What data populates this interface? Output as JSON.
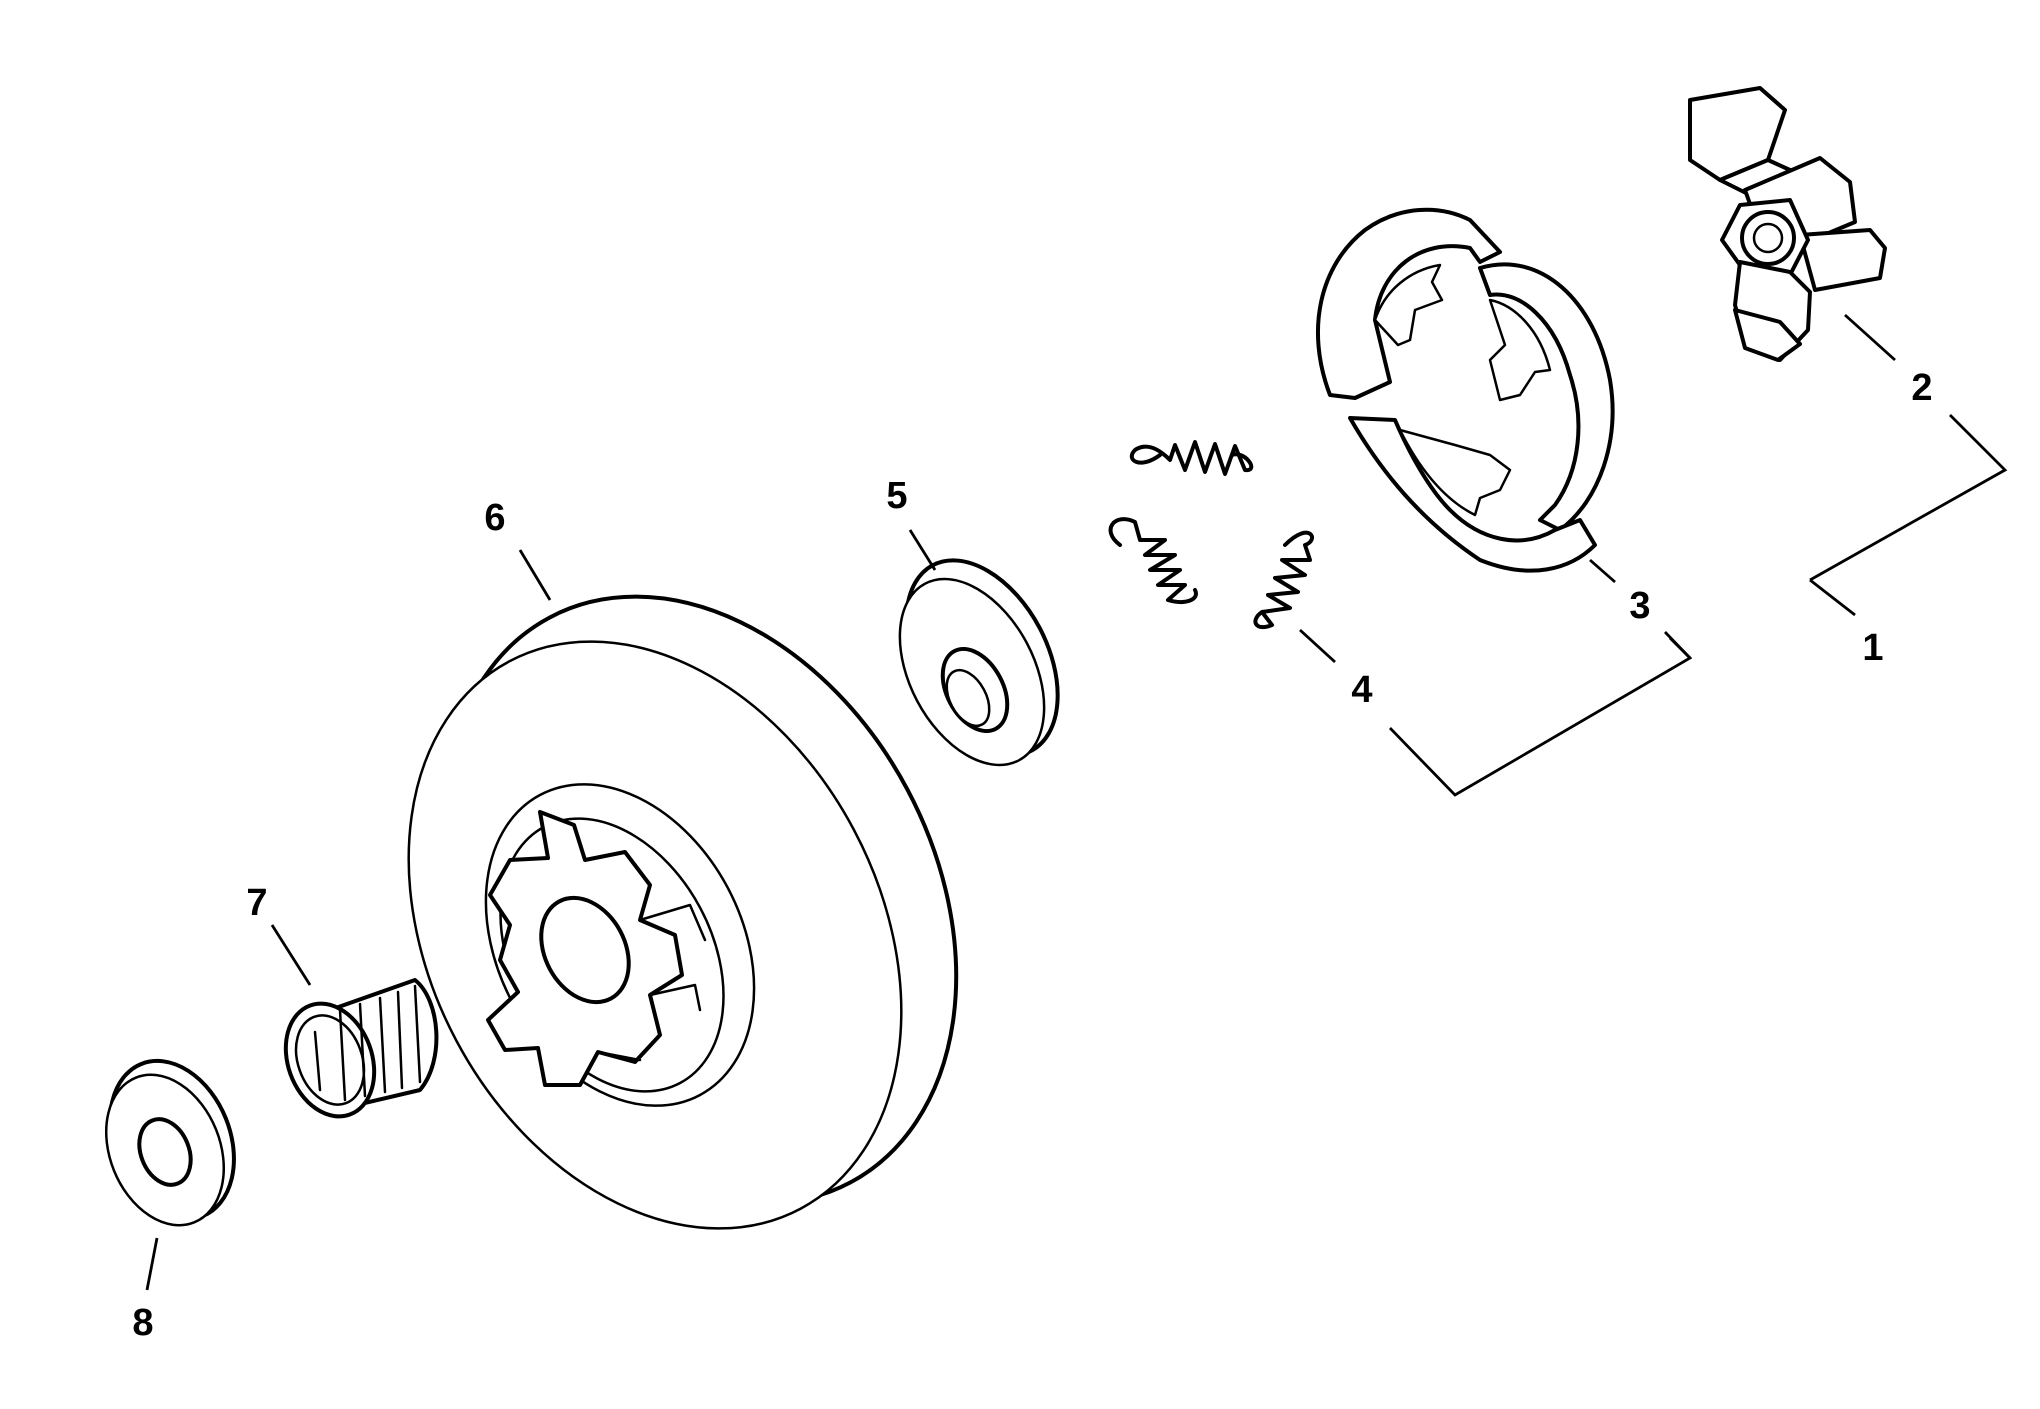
{
  "diagram": {
    "callouts": [
      {
        "id": "1",
        "label": "1"
      },
      {
        "id": "2",
        "label": "2"
      },
      {
        "id": "3",
        "label": "3"
      },
      {
        "id": "4",
        "label": "4"
      },
      {
        "id": "5",
        "label": "5"
      },
      {
        "id": "6",
        "label": "6"
      },
      {
        "id": "7",
        "label": "7"
      },
      {
        "id": "8",
        "label": "8"
      }
    ],
    "parts": [
      {
        "callout": "2",
        "name": "clutch-hub"
      },
      {
        "callout": "3",
        "name": "clutch-shoes"
      },
      {
        "callout": "4",
        "name": "clutch-springs"
      },
      {
        "callout": "5",
        "name": "washer"
      },
      {
        "callout": "6",
        "name": "clutch-drum-sprocket"
      },
      {
        "callout": "7",
        "name": "needle-bearing"
      },
      {
        "callout": "8",
        "name": "washer"
      }
    ],
    "colors": {
      "line": "#000000",
      "background": "#ffffff"
    }
  }
}
